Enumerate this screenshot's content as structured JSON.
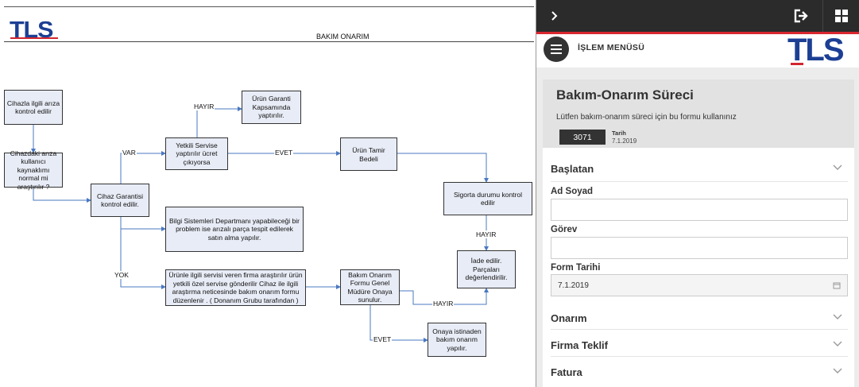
{
  "document": {
    "logo": "TLS",
    "title": "BAKIM ONARIM",
    "flow": {
      "boxes": {
        "b1": "Cihazla ilgili arıza kontrol edilir",
        "b2": "Cihazdaki arıza kullanıcı kaynaklımı normal mi araştırılır ?",
        "b3": "Cihaz Garantisi kontrol edilir.",
        "b4": "Yetkili Servise yaptırılır ücret çıkıyorsa",
        "b5": "Ürün Garanti Kapsamında yaptırılır.",
        "b6": "Ürün Tamir Bedeli",
        "b7": "Sigorta durumu kontrol edilir",
        "b8": "Bilgi Sistemleri Departmanı yapabileceği bir problem ise arızalı parça tespit edilerek satın alma yapılır.",
        "b9": "Ürünle ilgili servisi veren firma araştırılır ürün yetkili özel servise gönderilir Cihaz ile ilgili araştırma neticesinde bakım onarım formu düzenlenir . ( Donanım Grubu tarafından )",
        "b10": "Bakım Onarım Formu Genel Müdüre Onaya sunulur.",
        "b11": "İade edilir. Parçaları değerlendirilir.",
        "b12": "Onaya istinaden bakım onarım yapılır."
      },
      "labels": {
        "var": "VAR",
        "hayir_top": "HAYIR",
        "evet_top": "EVET",
        "yok": "YOK",
        "hayir_right": "HAYIR",
        "hayir_bottom": "HAYIR",
        "evet_bottom": "EVET"
      }
    }
  },
  "app": {
    "topbar": {
      "expand_icon": "chevron-right-icon",
      "logout_icon": "logout-icon",
      "grid_icon": "grid-icon"
    },
    "menu_label": "İŞLEM MENÜSÜ",
    "logo": "TLS",
    "form": {
      "title": "Bakım-Onarım Süreci",
      "subtitle": "Lütfen bakım-onarım süreci için bu formu kullanınız",
      "id": "3071",
      "date_label": "Tarih",
      "date_value": "7.1.2019",
      "sections": {
        "baslatan": "Başlatan",
        "onarim": "Onarım",
        "firma_teklif": "Firma Teklif",
        "fatura": "Fatura"
      },
      "fields": {
        "ad_soyad_label": "Ad Soyad",
        "ad_soyad_value": "",
        "gorev_label": "Görev",
        "gorev_value": "",
        "form_tarihi_label": "Form Tarihi",
        "form_tarihi_value": "7.1.2019"
      }
    },
    "colors": {
      "topbar": "#2b2b2b",
      "accent_red": "#d9262e",
      "brand_blue": "#1c3f94"
    }
  }
}
